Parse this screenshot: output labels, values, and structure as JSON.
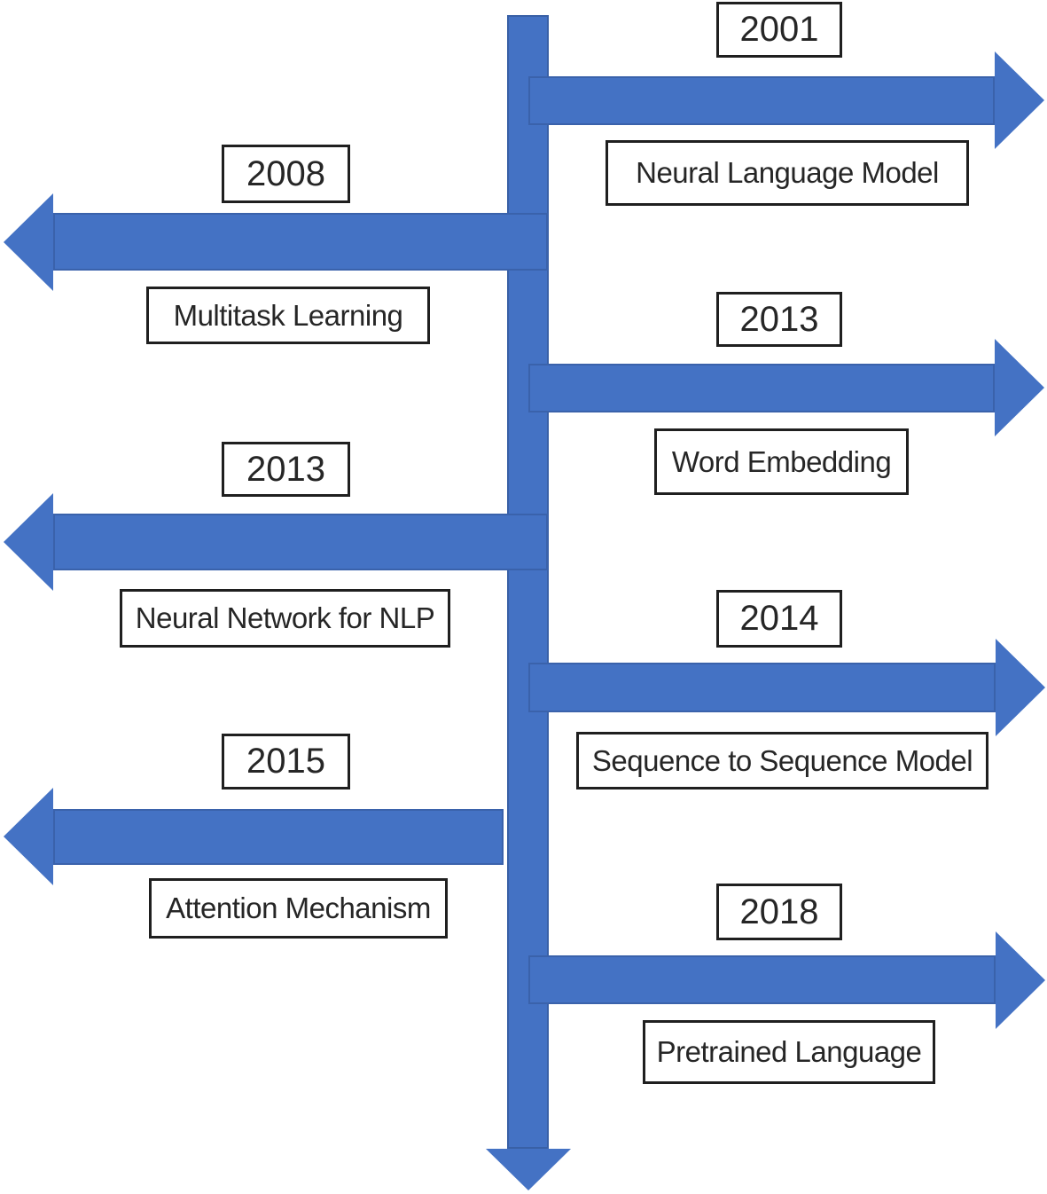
{
  "diagram": {
    "type": "timeline",
    "orientation": "vertical",
    "accent_color": "#4472C4",
    "box_border_color": "#1f1f1f",
    "events": [
      {
        "year": "2001",
        "label": "Neural Language Model",
        "side": "right"
      },
      {
        "year": "2008",
        "label": "Multitask Learning",
        "side": "left"
      },
      {
        "year": "2013",
        "label": "Word Embedding",
        "side": "right"
      },
      {
        "year": "2013",
        "label": "Neural Network for NLP",
        "side": "left"
      },
      {
        "year": "2014",
        "label": "Sequence to Sequence Model",
        "side": "right"
      },
      {
        "year": "2015",
        "label": "Attention Mechanism",
        "side": "left"
      },
      {
        "year": "2018",
        "label": "Pretrained Language",
        "side": "right"
      }
    ]
  }
}
